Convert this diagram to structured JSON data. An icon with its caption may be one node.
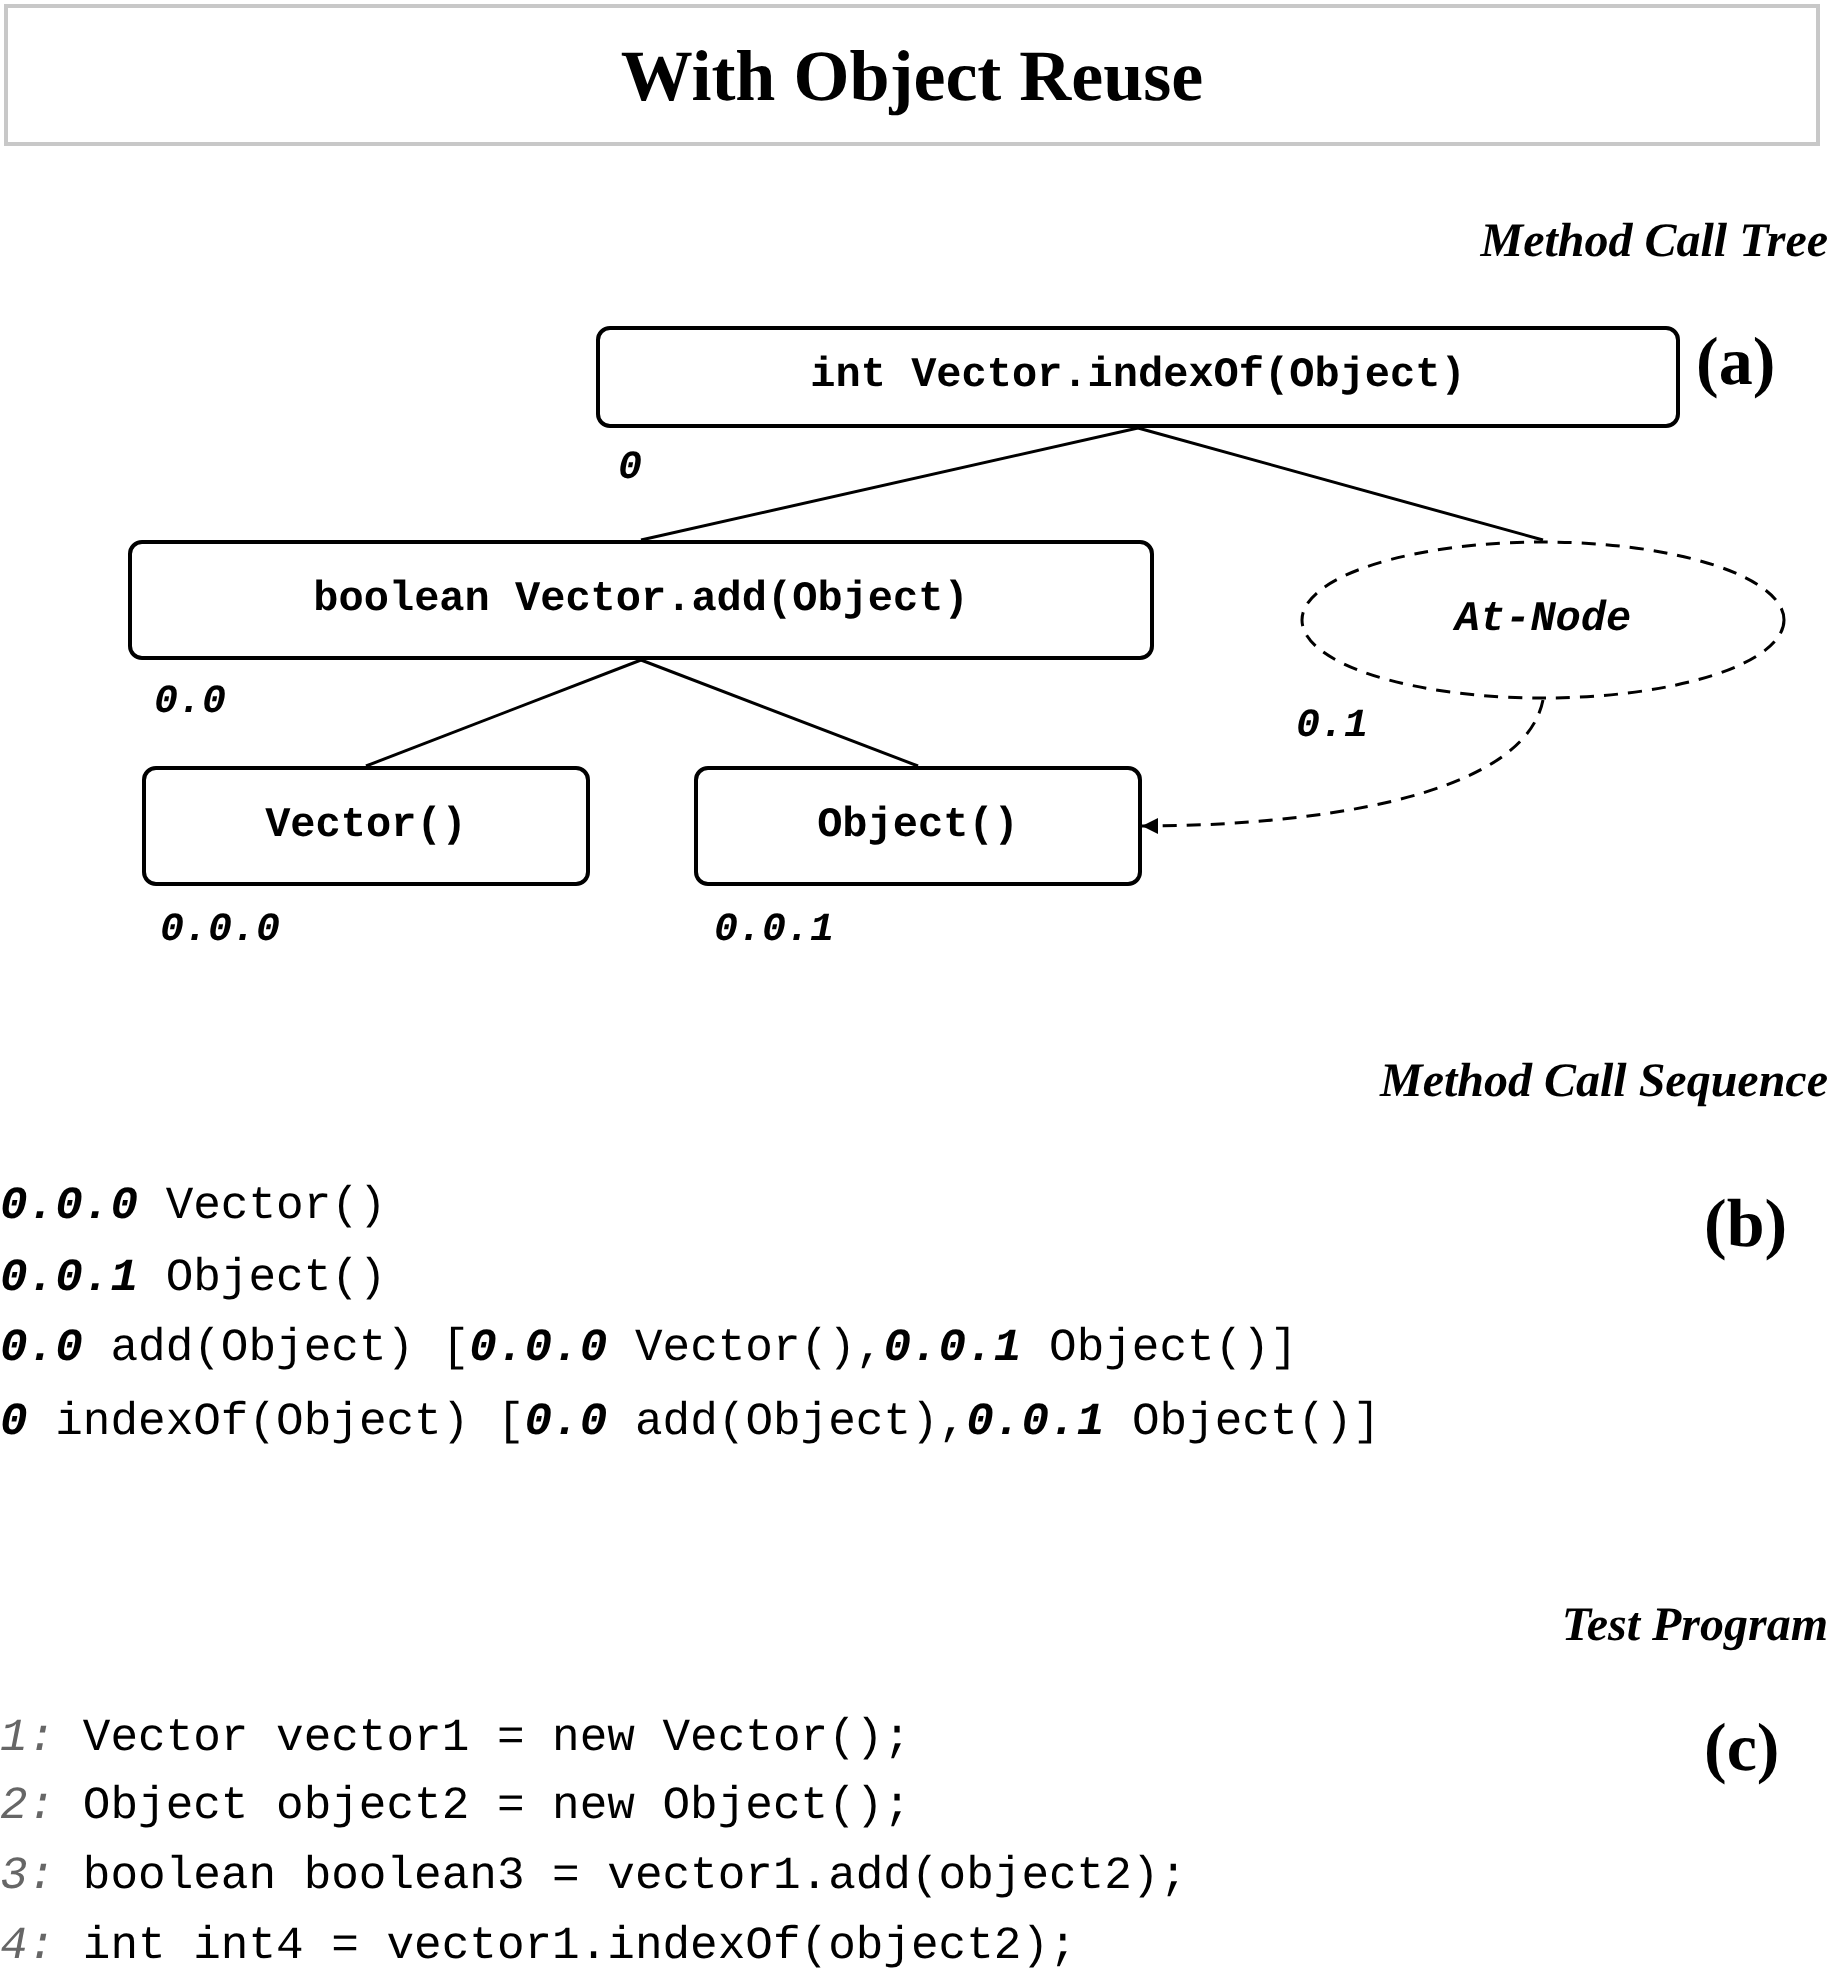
{
  "diagram": {
    "title": "With Object Reuse",
    "nodes": [
      {
        "text": [
          "int Vector.indexOf(Object)"
        ],
        "beside": [
          "0"
        ]
      },
      {
        "text": [
          "boolean Vector.add(Object)"
        ],
        "beside": [
          "0.0"
        ]
      },
      {
        "text": [
          "At-Node"
        ],
        "beside": [
          "0.1"
        ]
      },
      {
        "text": [
          "Vector()"
        ],
        "beside": [
          "0.0.0"
        ]
      },
      {
        "text": [
          "Object()"
        ],
        "beside": [
          "0.0.1"
        ]
      }
    ],
    "edges": [
      {
        "from": 0,
        "to": 1,
        "arrow": "none"
      },
      {
        "from": 0,
        "to": 2,
        "arrow": "none"
      },
      {
        "from": 1,
        "to": 3,
        "arrow": "none"
      },
      {
        "from": 1,
        "to": 4,
        "arrow": "none"
      },
      {
        "from": 2,
        "to": 4,
        "arrow": "to",
        "style": "dashed"
      }
    ],
    "labels": [
      "Method Call Tree",
      "(a)",
      "Method Call Sequence",
      "(b)",
      "**0.0.0** Vector()",
      "**0.0.1** Object()",
      "**0.0** add(Object) [**0.0.0** Vector(),**0.0.1** Object()]",
      "**0** indexOf(Object) [**0.0** add(Object),**0.0.1** Object()]",
      "Test Program",
      "(c)",
      "*1:* Vector vector1 = new Vector();",
      "*2:* Object object2 = new Object();",
      "*3:* boolean boolean3 = vector1.add(object2);",
      "*4:* int int4 = vector1.indexOf(object2);"
    ]
  }
}
